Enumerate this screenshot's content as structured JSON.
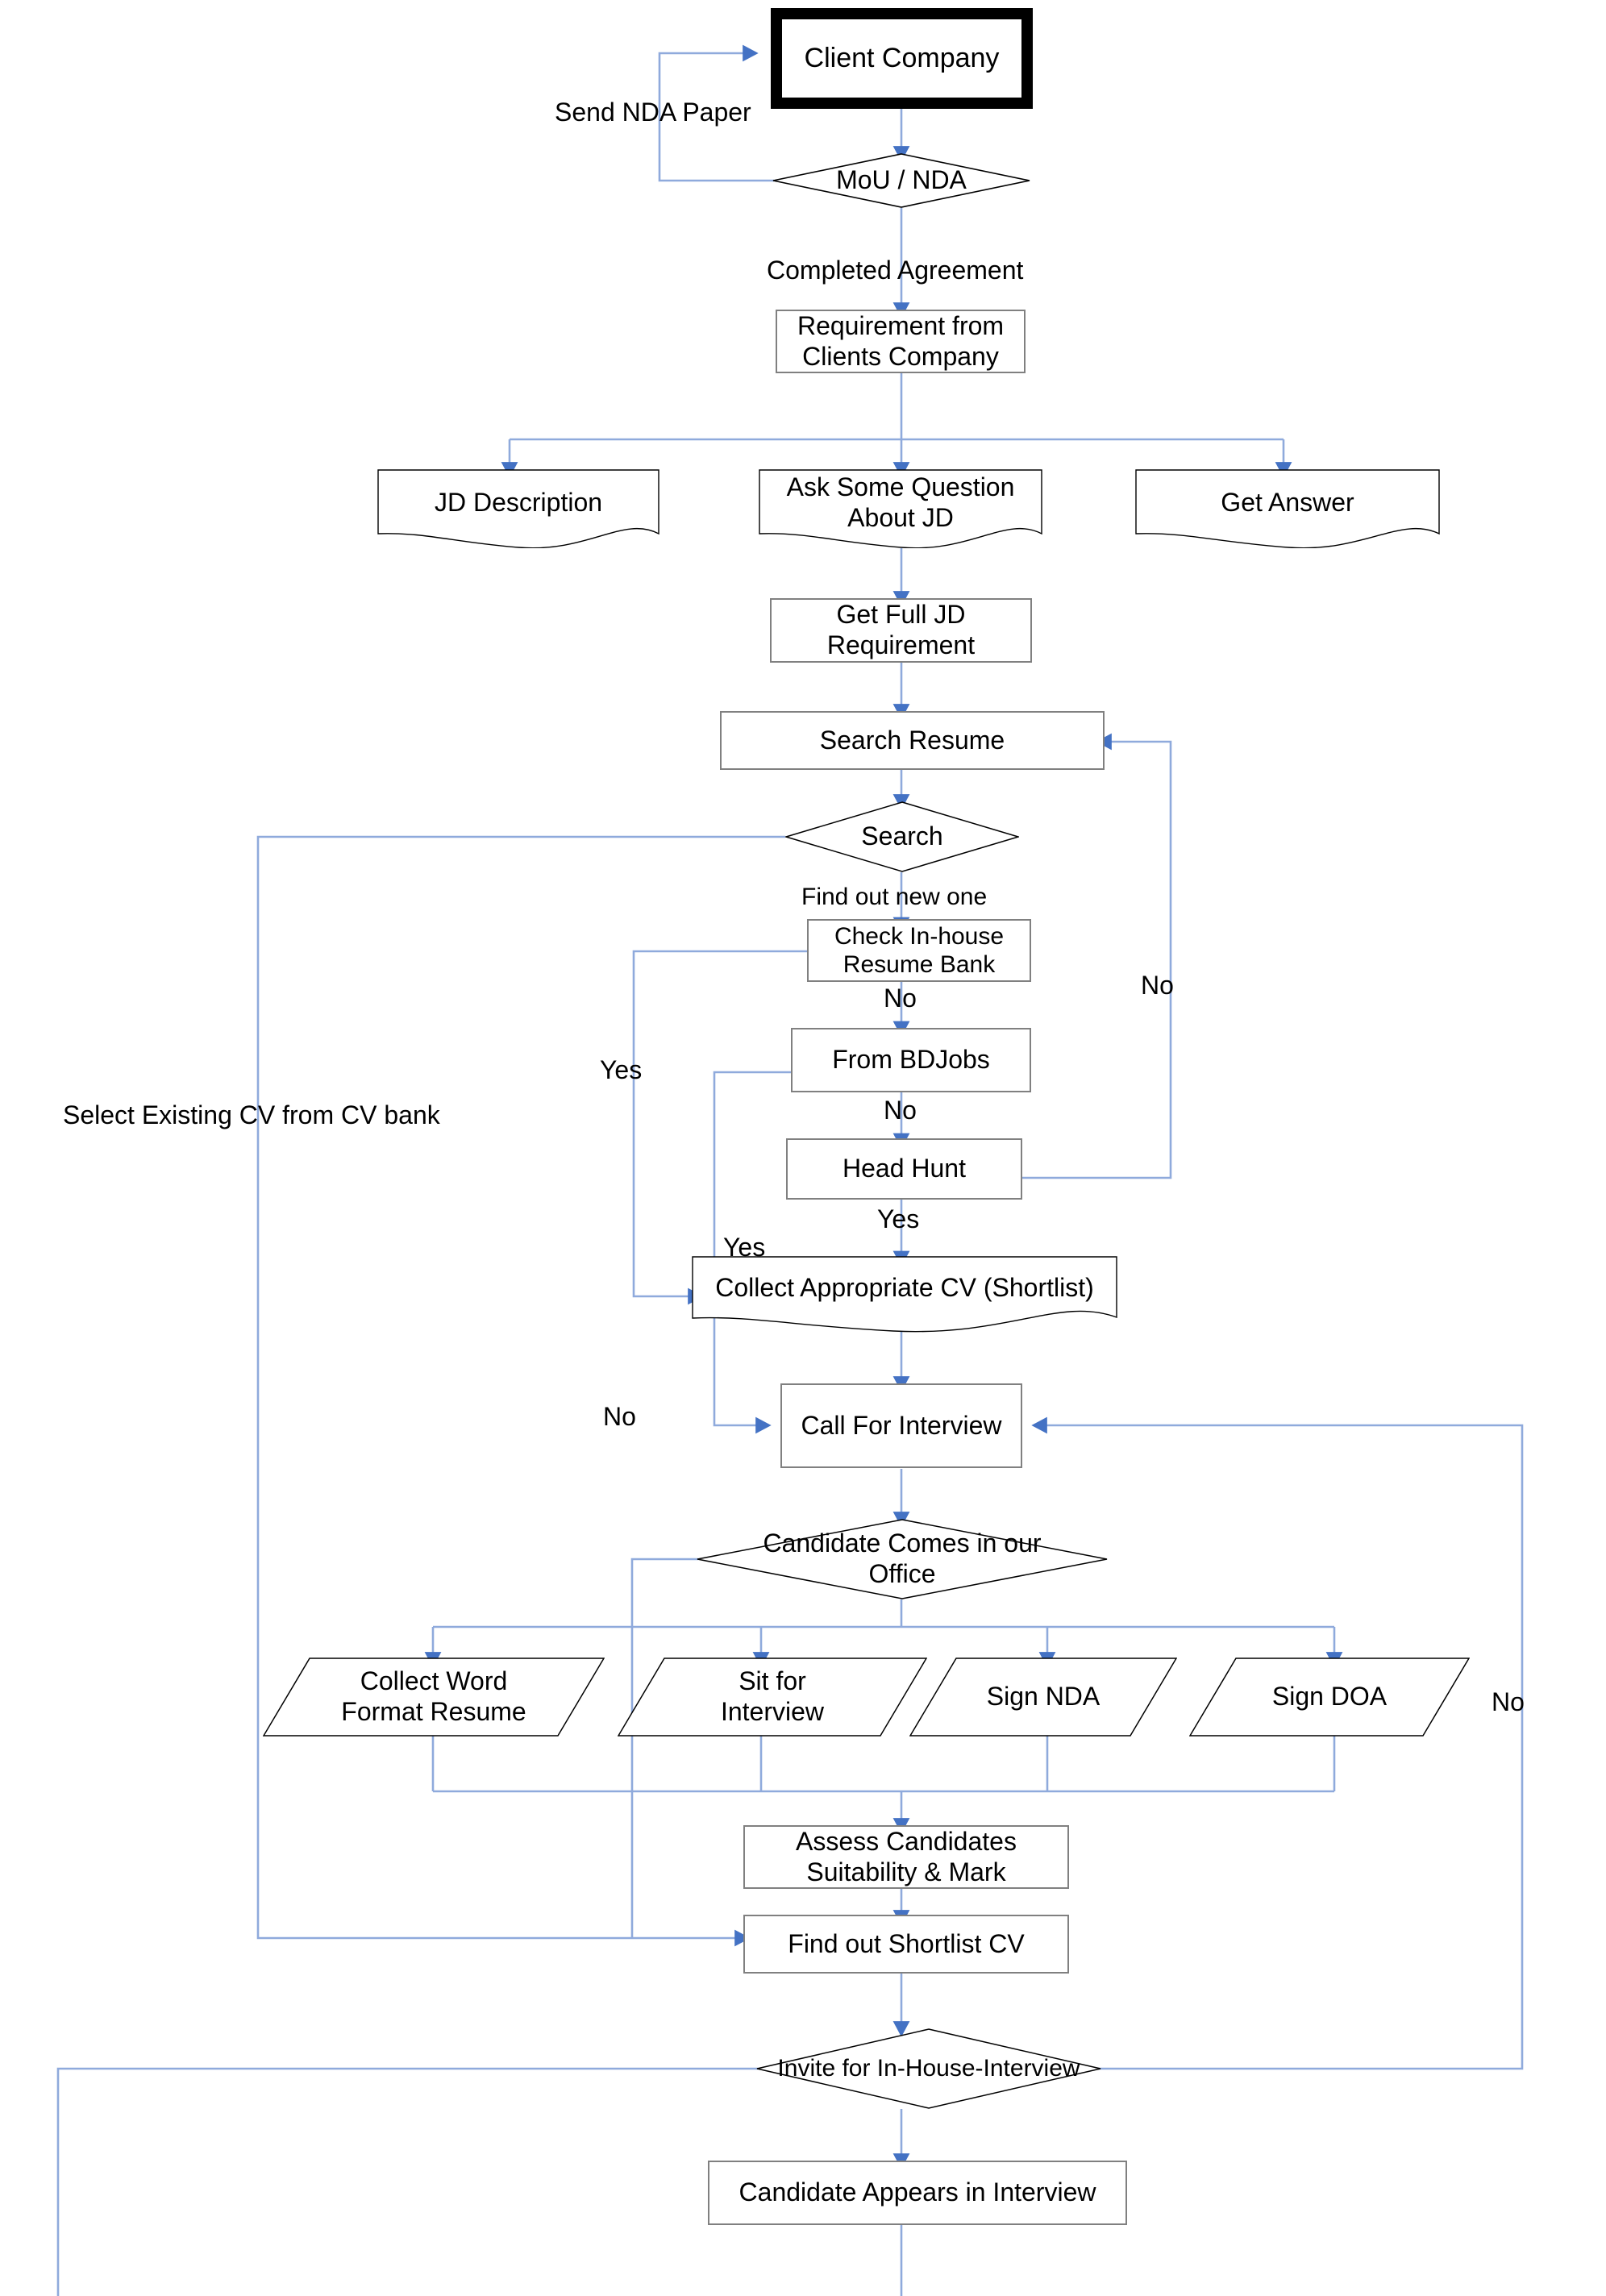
{
  "diagram": {
    "title": "Recruitment Process Flowchart",
    "type": "flowchart",
    "colors": {
      "connector": "#8FAADC",
      "arrowhead": "#4472C4",
      "node_border": "#808080",
      "shape_outline": "#000000",
      "emphasis_border": "#000000",
      "background": "#FFFFFF",
      "text": "#000000"
    }
  },
  "nodes": {
    "client_company": "Client Company",
    "mou_nda": "MoU / NDA",
    "requirement_from_clients": "Requirement from\nClients Company",
    "jd_description": "JD Description",
    "ask_some_question": "Ask Some Question\nAbout JD",
    "get_answer": "Get Answer",
    "get_full_jd": "Get Full JD\nRequirement",
    "search_resume": "Search Resume",
    "search": "Search",
    "check_inhouse": "Check In-house\nResume Bank",
    "from_bdjobs": "From BDJobs",
    "head_hunt": "Head Hunt",
    "collect_cv": "Collect Appropriate CV (Shortlist)",
    "call_for_interview": "Call For Interview",
    "candidate_comes": "Candidate Comes in our\nOffice",
    "collect_word_resume": "Collect Word\nFormat Resume",
    "sit_for_interview": "Sit for\nInterview",
    "sign_nda": "Sign NDA",
    "sign_doa": "Sign DOA",
    "assess_candidates": "Assess Candidates\nSuitability & Mark",
    "find_shortlist_cv": "Find out Shortlist CV",
    "invite_inhouse": "Invite for In-House-Interview",
    "candidate_appears": "Candidate Appears in Interview"
  },
  "edge_labels": {
    "send_nda_paper": "Send NDA Paper",
    "completed_agreement": "Completed Agreement",
    "find_out_new_one": "Find out new one",
    "select_existing_cv": "Select Existing CV from CV bank",
    "no_search_loop": "No",
    "no_inhouse": "No",
    "no_bdjobs": "No",
    "yes_inhouse": "Yes",
    "yes_bdjobs": "Yes",
    "yes_headhunt": "Yes",
    "no_candidate_comes": "No",
    "no_invite_loop": "No"
  }
}
